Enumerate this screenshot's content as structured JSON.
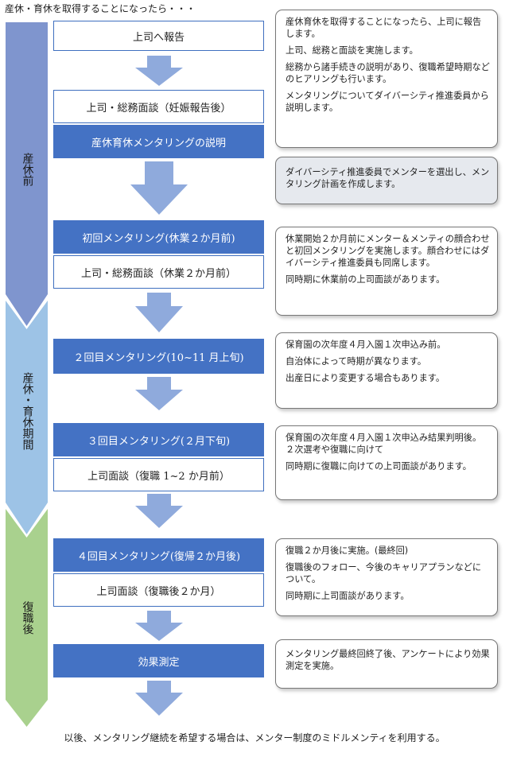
{
  "title": "産休・育休を取得することになったら・・・",
  "phases": [
    {
      "label": "産休前",
      "color": "#7f95ce"
    },
    {
      "label": "産休・育休期間",
      "color": "#9bc2e6"
    },
    {
      "label": "復職後",
      "color": "#a9d18e"
    }
  ],
  "steps": {
    "report": "上司へ報告",
    "interview_pregnancy": "上司・総務面談（妊娠報告後）",
    "mentoring_explain": "産休育休メンタリングの説明",
    "mentoring_1": "初回メンタリング(休業２か月前)",
    "interview_before_leave": "上司・総務面談（休業２か月前）",
    "mentoring_2": "２回目メンタリング(10~11 月上旬)",
    "mentoring_3": "３回目メンタリング(２月下旬)",
    "interview_return_before": "上司面談（復職 1~2 か月前）",
    "mentoring_4": "４回目メンタリング(復帰２か月後)",
    "interview_return_after": "上司面談（復職後２か月）",
    "effect": "効果測定"
  },
  "notes": {
    "n1": [
      "産休育休を取得することになったら、上司に報告します。",
      "上司、総務と面談を実施します。",
      "総務から諸手続きの説明があり、復職希望時期などのヒアリングも行います。",
      "メンタリングについてダイバーシティ推進委員から説明します。"
    ],
    "n2": [
      "ダイバーシティ推進委員でメンターを選出し、メンタリング計画を作成します。"
    ],
    "n3": [
      "休業開始２か月前にメンター＆メンティの顔合わせと初回メンタリングを実施します。顔合わせにはダイバーシティ推進委員も同席します。",
      "同時期に休業前の上司面談があります。"
    ],
    "n4": [
      "保育園の次年度４月入園１次申込み前。",
      "自治体によって時期が異なります。",
      "出産日により変更する場合もあります。"
    ],
    "n5": [
      "保育園の次年度４月入園１次申込み結果判明後。２次選考や復職に向けて",
      "同時期に復職に向けての上司面談があります。"
    ],
    "n6": [
      "復職２か月後に実施。(最終回)",
      "復職後のフォロー、今後のキャリアプランなどについて。",
      "同時期に上司面談があります。"
    ],
    "n7": [
      "メンタリング最終回終了後、アンケートにより効果測定を実施。"
    ]
  },
  "footer": "以後、メンタリング継続を希望する場合は、メンター制度のミドルメンティを利用する。",
  "colors": {
    "box_blue": "#4472c4",
    "arrow": "#8faadc",
    "note_gray": "#e6e9ee"
  }
}
